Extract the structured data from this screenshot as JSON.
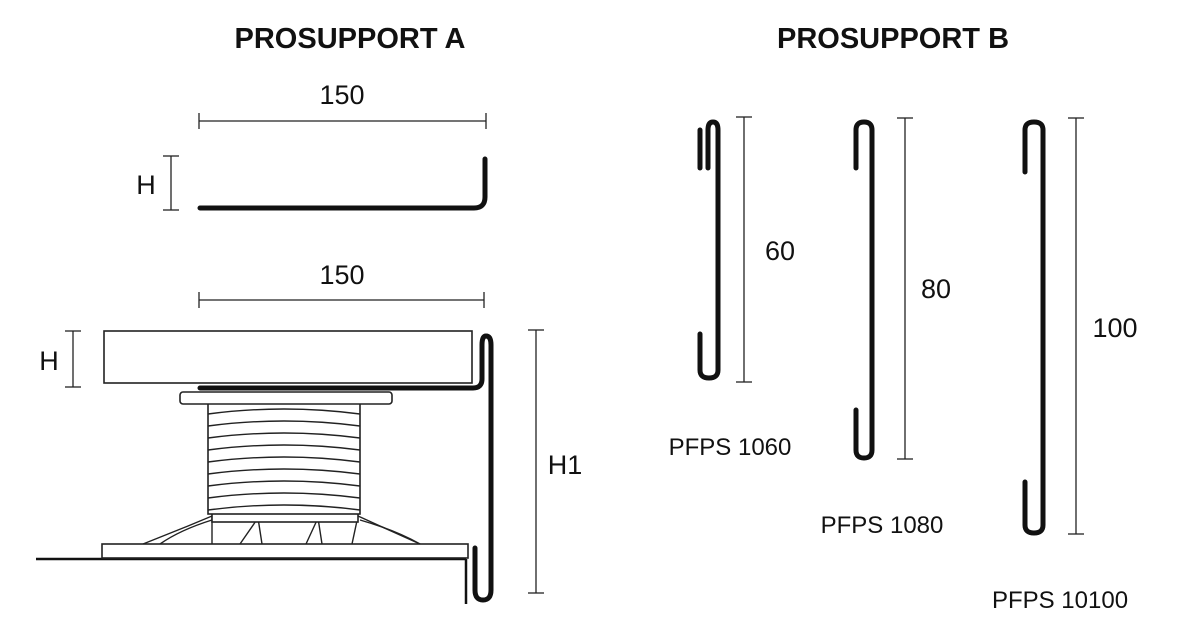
{
  "titles": {
    "a": "PROSUPPORT A",
    "b": "PROSUPPORT B"
  },
  "diagram_a": {
    "top_width": "150",
    "top_height": "H",
    "bottom_width": "150",
    "bottom_height": "H",
    "bottom_height_total": "H1"
  },
  "diagram_b": {
    "clips": [
      {
        "size": "60",
        "code": "PFPS 1060"
      },
      {
        "size": "80",
        "code": "PFPS 1080"
      },
      {
        "size": "100",
        "code": "PFPS 10100"
      }
    ]
  }
}
